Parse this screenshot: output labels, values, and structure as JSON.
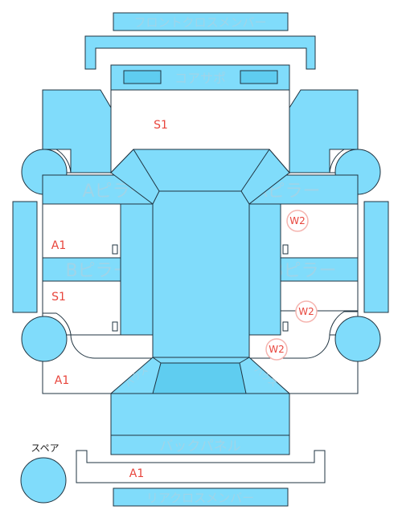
{
  "labels": {
    "front_cross_member": "フロントクロスメンバー",
    "core_support": "コアサポ",
    "a_pillar_left": "Aピラー",
    "a_pillar_right": "Aピラー",
    "b_pillar_left": "Bピラー",
    "b_pillar_right": "Bピラー",
    "tunnel_left": "ハウス",
    "tunnel_right": "ハウス",
    "back_panel": "バックパネル",
    "rear_cross_member": "リアクロスメンバー",
    "spare": "スペア"
  },
  "damage_marks": {
    "s1_front": "S1",
    "a1_left_mid": "A1",
    "s1_left": "S1",
    "a1_left_rear": "A1",
    "a1_rear": "A1",
    "w2_right_front": "W2",
    "w2_right_mid": "W2",
    "w2_right_rear": "W2"
  },
  "colors": {
    "part_fill": "#80dcfb",
    "part_dark": "#5fcdf0",
    "outline": "#1f3340",
    "label": "#9fd4e8",
    "damage": "#e8453c",
    "w2_ring": "#f5b5b0"
  }
}
